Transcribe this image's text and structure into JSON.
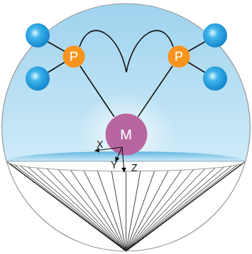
{
  "diagram": {
    "nodes": [
      {
        "text": [
          "P"
        ]
      },
      {
        "text": [
          "P"
        ]
      },
      {
        "text": [
          "M"
        ]
      }
    ],
    "edges": [
      {
        "from": 0,
        "to": 1,
        "arrow": "none"
      },
      {
        "from": 0,
        "to": 2,
        "arrow": "none"
      },
      {
        "from": 1,
        "to": 2,
        "arrow": "none"
      }
    ],
    "labels": [
      "X",
      "Y",
      "Z"
    ]
  }
}
